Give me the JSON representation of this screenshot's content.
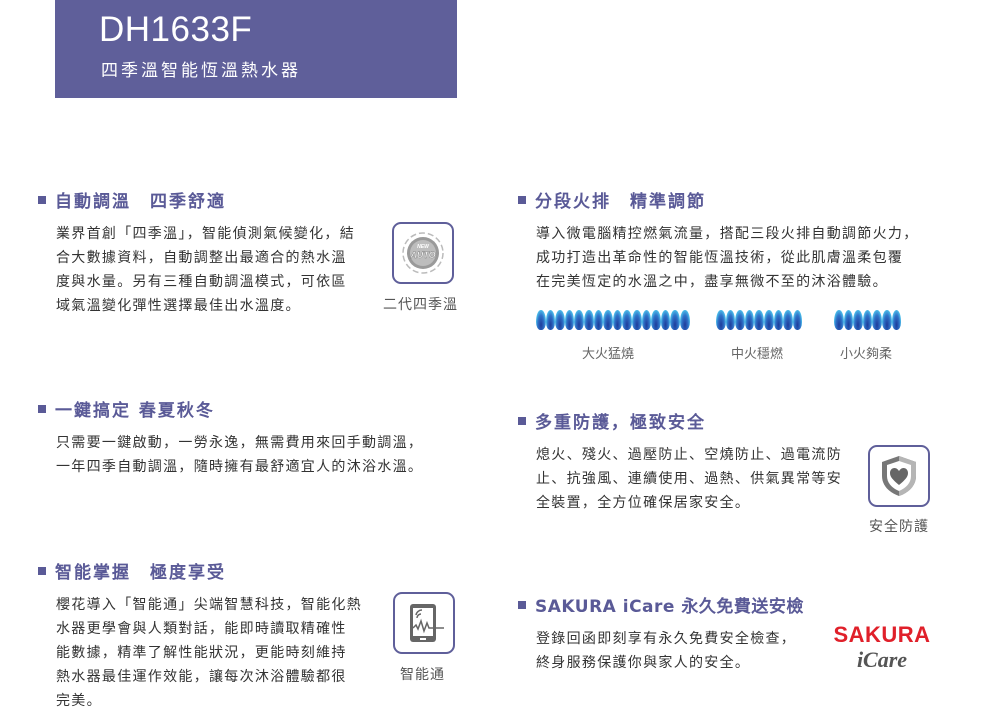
{
  "header": {
    "model": "DH1633F",
    "subtitle": "四季溫智能恆溫熱水器",
    "bg_color": "#5f5f9a"
  },
  "sections": [
    {
      "title": "自動調溫　四季舒適",
      "lines": [
        "業界首創「四季溫」，智能偵測氣候變化，結",
        "合大數據資料，自動調整出最適合的熱水溫",
        "度與水量。另有三種自動調溫模式，可依區",
        "域氣溫變化彈性選擇最佳出水溫度。"
      ],
      "icon": "auto-badge-icon",
      "icon_text_top": "NEW",
      "icon_text": "AUTO",
      "caption": "二代四季溫"
    },
    {
      "title": "分段火排　精準調節",
      "lines": [
        "導入微電腦精控燃氣流量，搭配三段火排自動調節火力，",
        "成功打造出革命性的智能恆溫技術，從此肌膚溫柔包覆",
        "在完美恆定的水溫之中，盡享無微不至的沐浴體驗。"
      ],
      "flame_groups": [
        {
          "label": "大火猛燒",
          "count": 16
        },
        {
          "label": "中火穩燃",
          "count": 9
        },
        {
          "label": "小火夠柔",
          "count": 7
        }
      ]
    },
    {
      "title": "一鍵搞定 春夏秋冬",
      "lines": [
        "只需要一鍵啟動，一勞永逸，無需費用來回手動調溫，",
        "一年四季自動調溫，隨時擁有最舒適宜人的沐浴水溫。"
      ]
    },
    {
      "title": "多重防護，極致安全",
      "lines": [
        "熄火、殘火、過壓防止、空燒防止、過電流防",
        "止、抗強風、連續使用、過熱、供氣異常等安",
        "全裝置，全方位確保居家安全。"
      ],
      "icon": "shield-heart-icon",
      "caption": "安全防護"
    },
    {
      "title": "智能掌握　極度享受",
      "lines": [
        "櫻花導入「智能通」尖端智慧科技，智能化熱",
        "水器更學會與人類對話，能即時讀取精確性",
        "能數據，精準了解性能狀況，更能時刻維持",
        "熱水器最佳運作效能，讓每次沐浴體驗都很",
        "完美。"
      ],
      "icon": "tablet-signal-icon",
      "caption": "智能通"
    },
    {
      "title": "SAKURA iCare 永久免費送安檢",
      "lines": [
        "登錄回函即刻享有永久免費安全檢查，",
        "終身服務保護你與家人的安全。"
      ],
      "logo_brand": "SAKURA",
      "logo_sub": "iCare",
      "brand_color": "#e0202a"
    }
  ]
}
